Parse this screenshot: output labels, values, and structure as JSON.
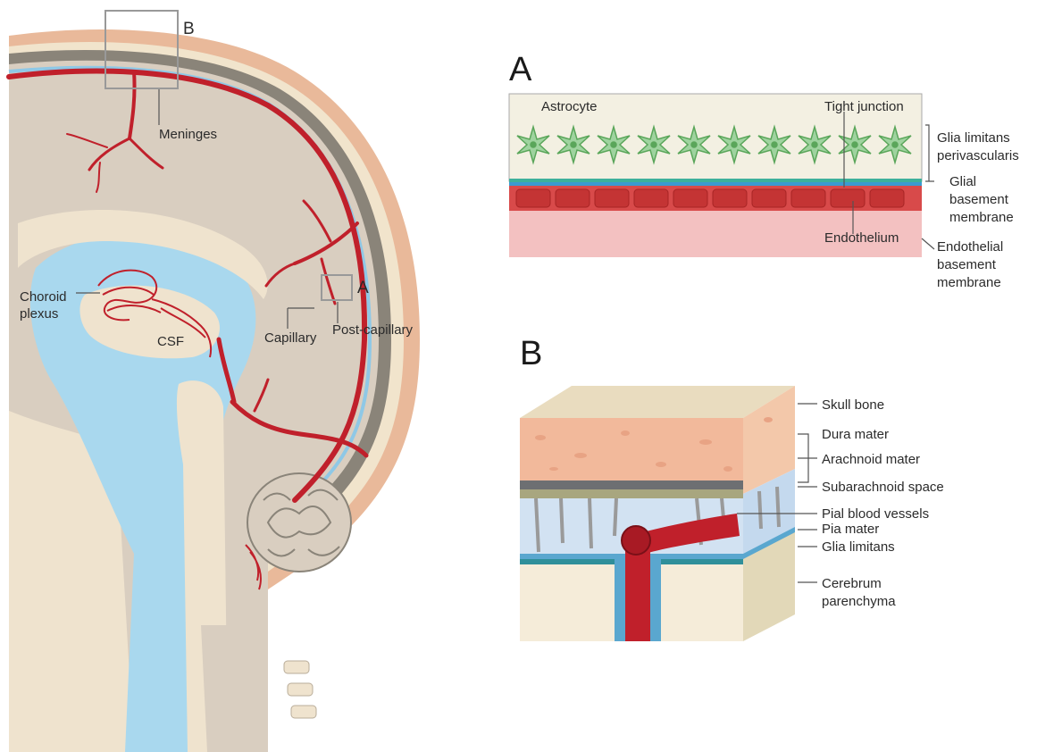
{
  "brain": {
    "box_b_label": "B",
    "box_a_label": "A",
    "meninges": "Meninges",
    "choroid_line1": "Choroid",
    "choroid_line2": "plexus",
    "csf": "CSF",
    "capillary": "Capillary",
    "post_capillary": "Post-capillary"
  },
  "panel_a": {
    "title": "A",
    "astrocyte": "Astrocyte",
    "tight_junction": "Tight junction",
    "glia_lim_line1": "Glia limitans",
    "glia_lim_line2": "perivascularis",
    "glial_bm_line1": "Glial",
    "glial_bm_line2": "basement",
    "glial_bm_line3": "membrane",
    "endothelium": "Endothelium",
    "endo_bm_line1": "Endothelial",
    "endo_bm_line2": "basement",
    "endo_bm_line3": "membrane"
  },
  "panel_b": {
    "title": "B",
    "skull_bone": "Skull bone",
    "dura_mater": "Dura mater",
    "arachnoid_mater": "Arachnoid mater",
    "subarachnoid_space": "Subarachnoid space",
    "pial_blood_vessels": "Pial blood vessels",
    "pia_mater": "Pia mater",
    "glia_limitans": "Glia limitans",
    "cerebrum_line1": "Cerebrum",
    "cerebrum_line2": "parenchyma"
  },
  "colors": {
    "vessel": "#c0202b",
    "csf": "#a9d8ee",
    "brain": "#d8cdbf",
    "skin": "#e9b99a",
    "bone": "#f2e6cf"
  }
}
